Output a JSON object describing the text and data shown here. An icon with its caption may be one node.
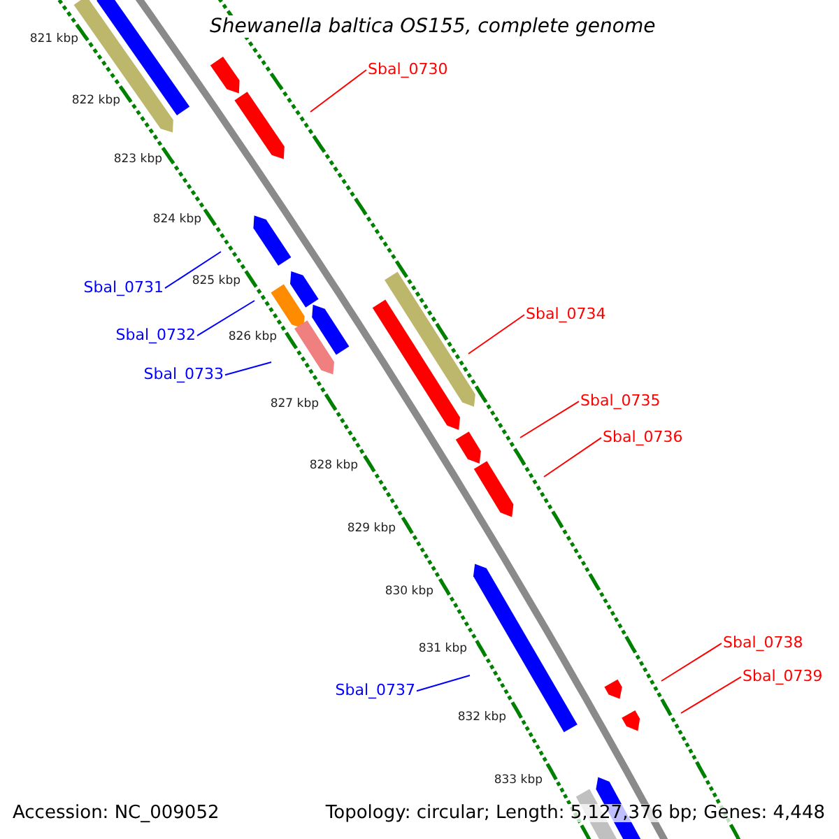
{
  "diagram": {
    "title": "Shewanella baltica OS155, complete genome",
    "nodes": [
      {
        "text": [
          "Sbal_0730"
        ]
      },
      {
        "text": [
          "Sbal_0731"
        ]
      },
      {
        "text": [
          "Sbal_0732"
        ]
      },
      {
        "text": [
          "Sbal_0733"
        ]
      },
      {
        "text": [
          "Sbal_0734"
        ]
      },
      {
        "text": [
          "Sbal_0735"
        ]
      },
      {
        "text": [
          "Sbal_0736"
        ]
      },
      {
        "text": [
          "Sbal_0737"
        ]
      },
      {
        "text": [
          "Sbal_0738"
        ]
      },
      {
        "text": [
          "Sbal_0739"
        ]
      }
    ],
    "edges": [
      {
        "from": 0,
        "to": null,
        "arrow": "none"
      },
      {
        "from": 1,
        "to": null,
        "arrow": "none",
        "color": "#0000ff"
      },
      {
        "from": 2,
        "to": null,
        "arrow": "none",
        "color": "#0000ff"
      },
      {
        "from": 3,
        "to": null,
        "arrow": "none",
        "color": "#0000ff"
      },
      {
        "from": 4,
        "to": null,
        "arrow": "none"
      },
      {
        "from": 5,
        "to": null,
        "arrow": "none"
      },
      {
        "from": 6,
        "to": null,
        "arrow": "none"
      },
      {
        "from": 7,
        "to": null,
        "arrow": "none",
        "color": "#0000ff"
      },
      {
        "from": 8,
        "to": null,
        "arrow": "none"
      },
      {
        "from": 9,
        "to": null,
        "arrow": "none"
      }
    ],
    "labels": [
      "821 kbp",
      "822 kbp",
      "823 kbp",
      "824 kbp",
      "825 kbp",
      "826 kbp",
      "827 kbp",
      "828 kbp",
      "829 kbp",
      "830 kbp",
      "831 kbp",
      "832 kbp",
      "833 kbp",
      "Accession: NC_009052",
      "Topology: circular; Length: 5,127,376 bp; Genes: 4,448"
    ]
  }
}
